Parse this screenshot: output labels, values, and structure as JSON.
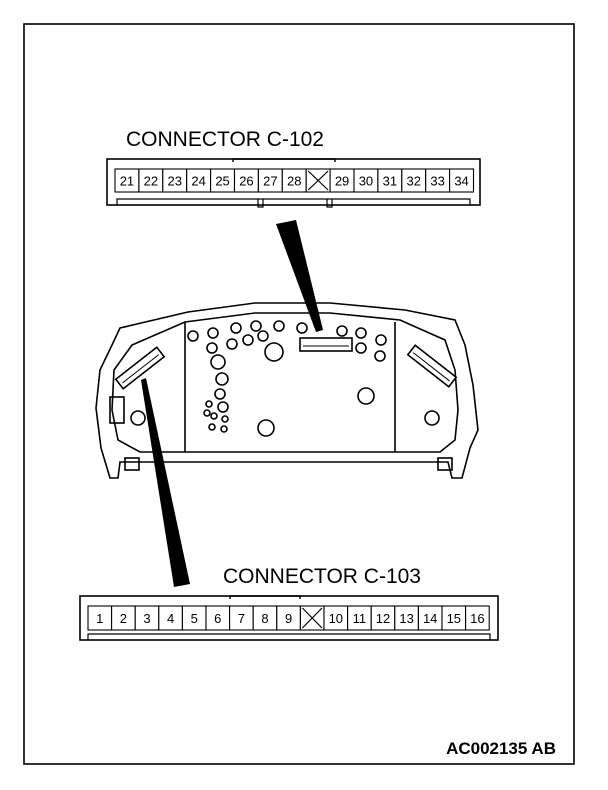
{
  "connector_c102": {
    "title": "CONNECTOR C-102",
    "pins": [
      "21",
      "22",
      "23",
      "24",
      "25",
      "26",
      "27",
      "28",
      "X",
      "29",
      "30",
      "31",
      "32",
      "33",
      "34"
    ]
  },
  "connector_c103": {
    "title": "CONNECTOR C-103",
    "pins": [
      "1",
      "2",
      "3",
      "4",
      "5",
      "6",
      "7",
      "8",
      "9",
      "X",
      "10",
      "11",
      "12",
      "13",
      "14",
      "15",
      "16"
    ]
  },
  "figure_code": "AC002135 AB"
}
